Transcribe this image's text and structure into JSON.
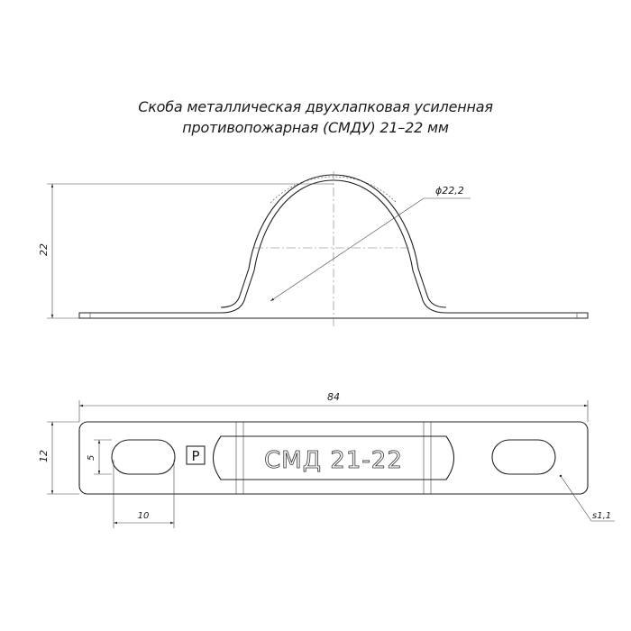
{
  "title": {
    "line1": "Скоба металлическая двухлапковая усиленная",
    "line2": "противопожарная (СМДУ) 21–22 мм"
  },
  "side_view": {
    "height_dim": "22",
    "diameter_dim": "ϕ22,2"
  },
  "top_view": {
    "length_dim": "84",
    "width_dim": "12",
    "slot_height_dim": "5",
    "slot_length_dim": "10",
    "thickness_dim": "s1,1",
    "emboss_text": "СМД 21-22",
    "logo_glyph": "Р"
  }
}
